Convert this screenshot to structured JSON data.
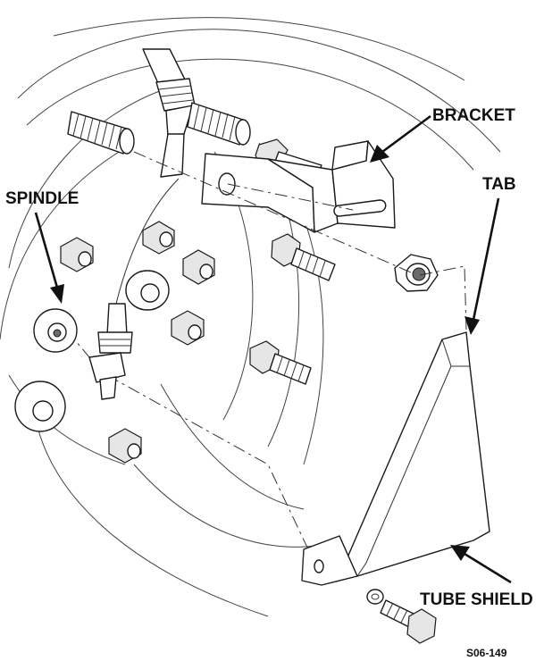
{
  "labels": {
    "bracket": "BRACKET",
    "spindle": "SPINDLE",
    "tab": "TAB",
    "tube_shield": "TUBE SHIELD",
    "figure_code": "S06-149"
  },
  "colors": {
    "ink": "#111111",
    "background": "#ffffff"
  }
}
